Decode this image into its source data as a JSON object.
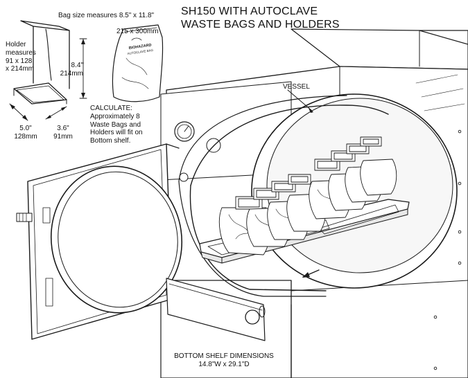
{
  "title": "SH150 WITH AUTOCLAVE\nWASTE BAGS AND HOLDERS",
  "bag_size": {
    "line1": "Bag size measures 8.5\" x 11.8\"",
    "line2": "215 x 300mm"
  },
  "holder": {
    "label": "Holder\nmeasures\n91 x 128\nx 214mm"
  },
  "dimensions": {
    "height": "8.4\"\n214mm",
    "width": "5.0\"\n128mm",
    "depth": "3.6\"\n91mm"
  },
  "calculate": "CALCULATE:\nApproximately 8\nWaste Bags and\nHolders will fit on\nBottom shelf.",
  "vessel": "VESSEL",
  "bottom_shelf": "BOTTOM SHELF DIMENSIONS\n14.8\"W x 29.1\"D",
  "bag_print": {
    "line1": "BIOHAZARD",
    "line2": "AUTOCLAVE BAG"
  },
  "colors": {
    "line": "#1a1a1a",
    "fill": "#ffffff",
    "shade": "#e8e8e8"
  }
}
